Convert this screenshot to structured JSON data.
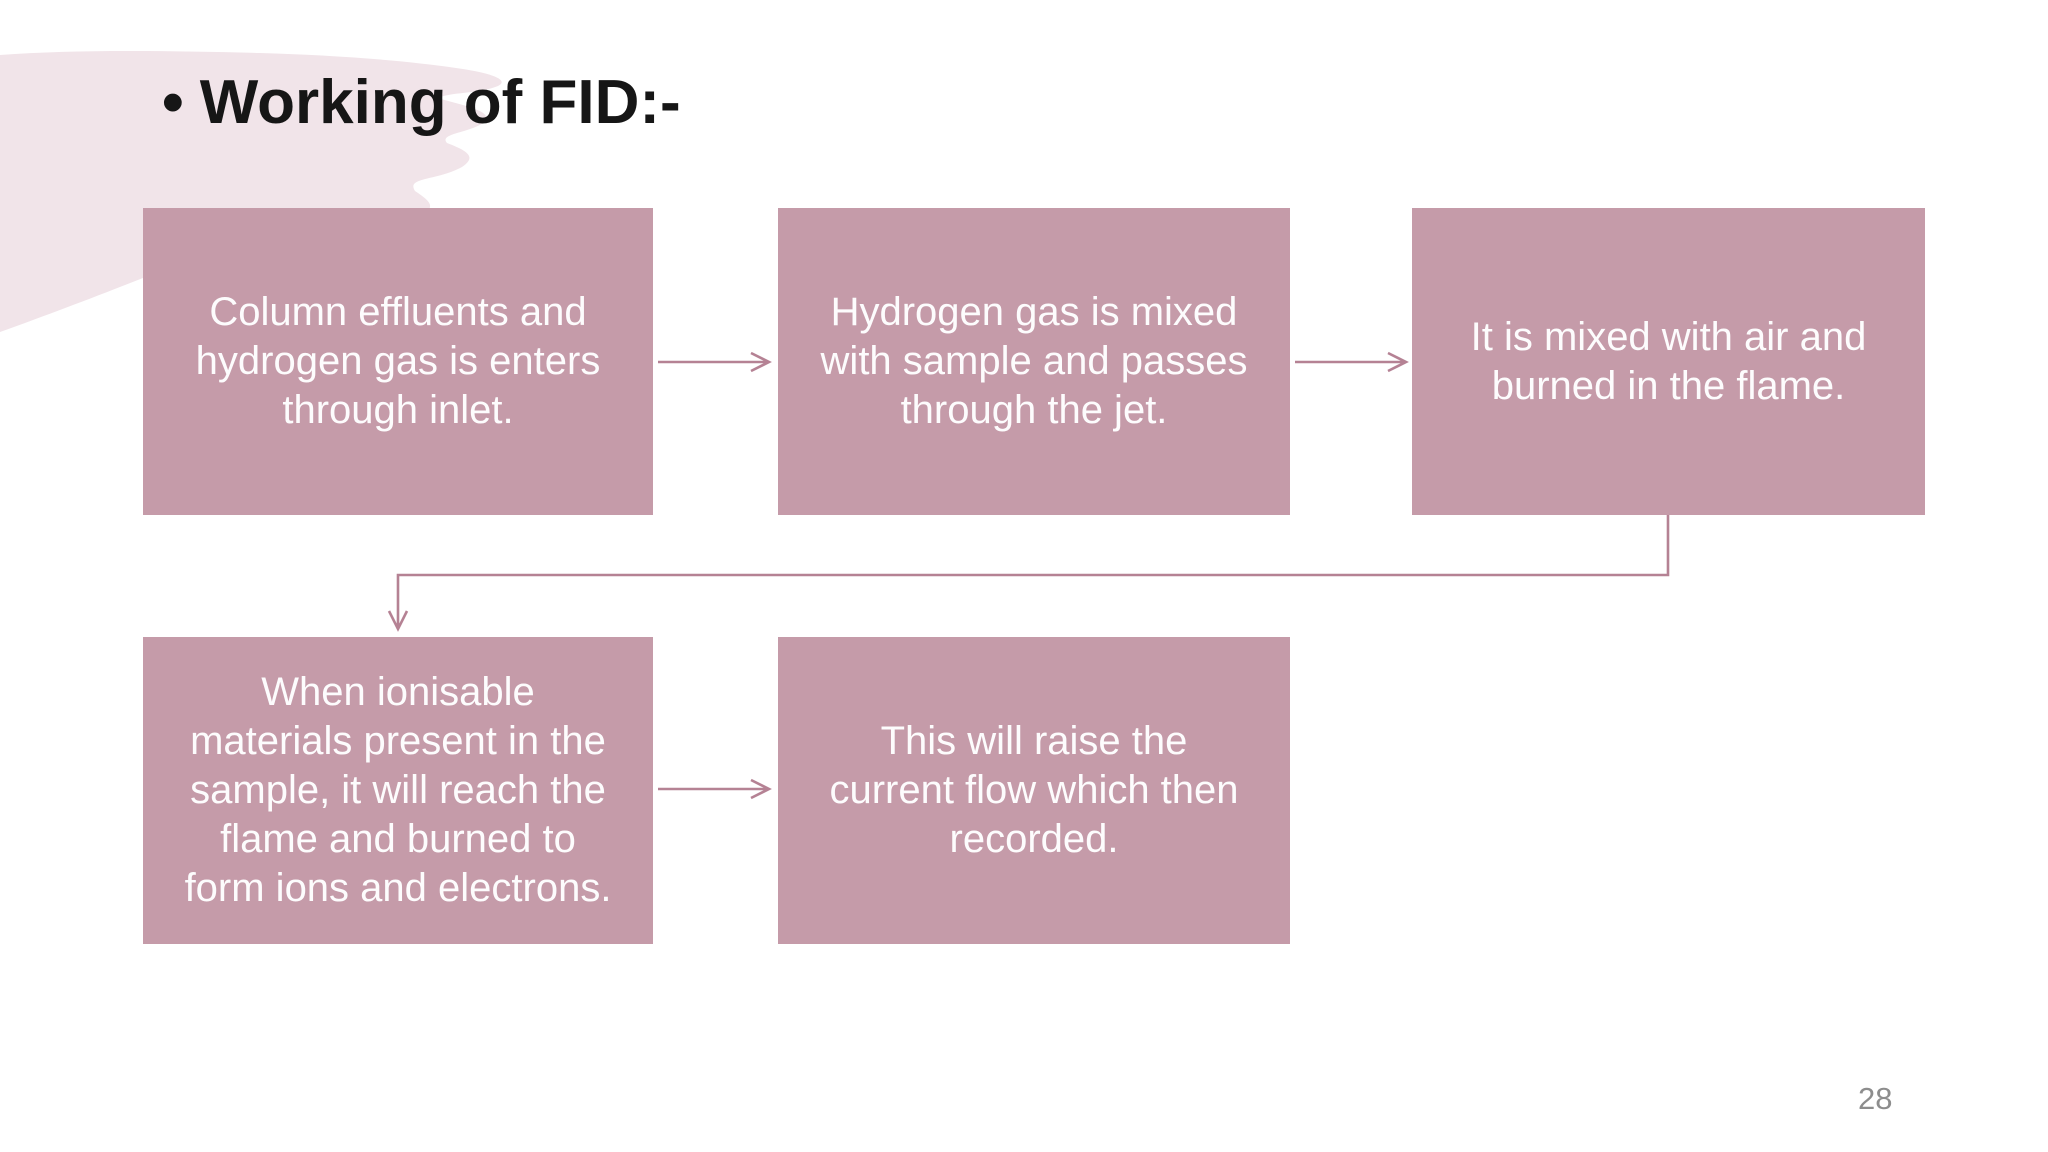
{
  "slide": {
    "title": {
      "bullet": "•",
      "text": "Working of FID:-"
    },
    "page_number": "28",
    "colors": {
      "background": "#ffffff",
      "box_fill": "#c59ba9",
      "box_text": "#fdfcfd",
      "connector": "#b58294",
      "title_text": "#161616",
      "page_number": "#8d8d8d",
      "brush_stroke": "#f1e4e9"
    },
    "flowchart": {
      "steps": [
        {
          "id": "step-1",
          "lines": [
            "Column effluents and",
            "hydrogen gas is enters",
            "through inlet."
          ]
        },
        {
          "id": "step-2",
          "lines": [
            "Hydrogen gas is mixed",
            "with sample and passes",
            "through the jet."
          ]
        },
        {
          "id": "step-3",
          "lines": [
            "It is mixed with air and",
            "burned in the flame."
          ]
        },
        {
          "id": "step-4",
          "lines": [
            "When ionisable",
            "materials present in the",
            "sample, it will reach the",
            "flame and burned to",
            "form ions and electrons."
          ]
        },
        {
          "id": "step-5",
          "lines": [
            "This will raise the",
            "current flow which then",
            "recorded."
          ]
        }
      ],
      "connectors": [
        {
          "from": "step-1",
          "to": "step-2",
          "type": "arrow-right"
        },
        {
          "from": "step-2",
          "to": "step-3",
          "type": "arrow-right"
        },
        {
          "from": "step-3",
          "to": "step-4",
          "type": "elbow-down-left-down"
        },
        {
          "from": "step-4",
          "to": "step-5",
          "type": "arrow-right"
        }
      ]
    }
  }
}
